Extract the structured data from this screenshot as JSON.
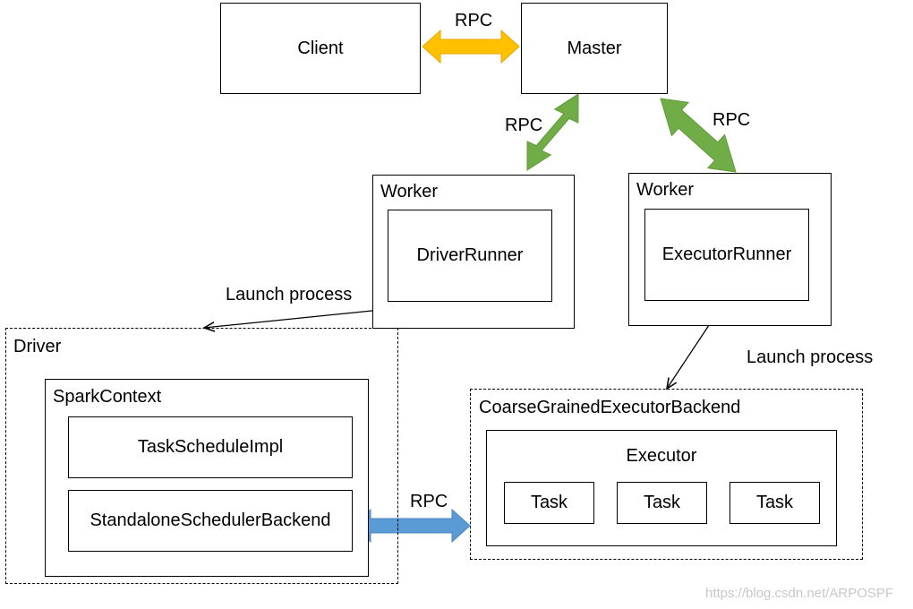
{
  "nodes": {
    "client": "Client",
    "master": "Master",
    "worker_left": "Worker",
    "driver_runner": "DriverRunner",
    "worker_right": "Worker",
    "executor_runner": "ExecutorRunner",
    "driver": "Driver",
    "spark_context": "SparkContext",
    "task_schedule_impl": "TaskScheduleImpl",
    "standalone_scheduler_backend": "StandaloneSchedulerBackend",
    "coarse_grained_executor_backend": "CoarseGrainedExecutorBackend",
    "executor": "Executor",
    "tasks": [
      "Task",
      "Task",
      "Task"
    ]
  },
  "edges": {
    "client_master": "RPC",
    "master_worker_left": "RPC",
    "master_worker_right": "RPC",
    "driver_executor": "RPC",
    "launch_driver": "Launch process",
    "launch_executor": "Launch process"
  },
  "colors": {
    "rpc_client_master": "#FFC000",
    "rpc_master_worker": "#70AD47",
    "rpc_driver_executor": "#5B9BD5"
  },
  "watermark": "https://blog.csdn.net/ARPOSPF"
}
